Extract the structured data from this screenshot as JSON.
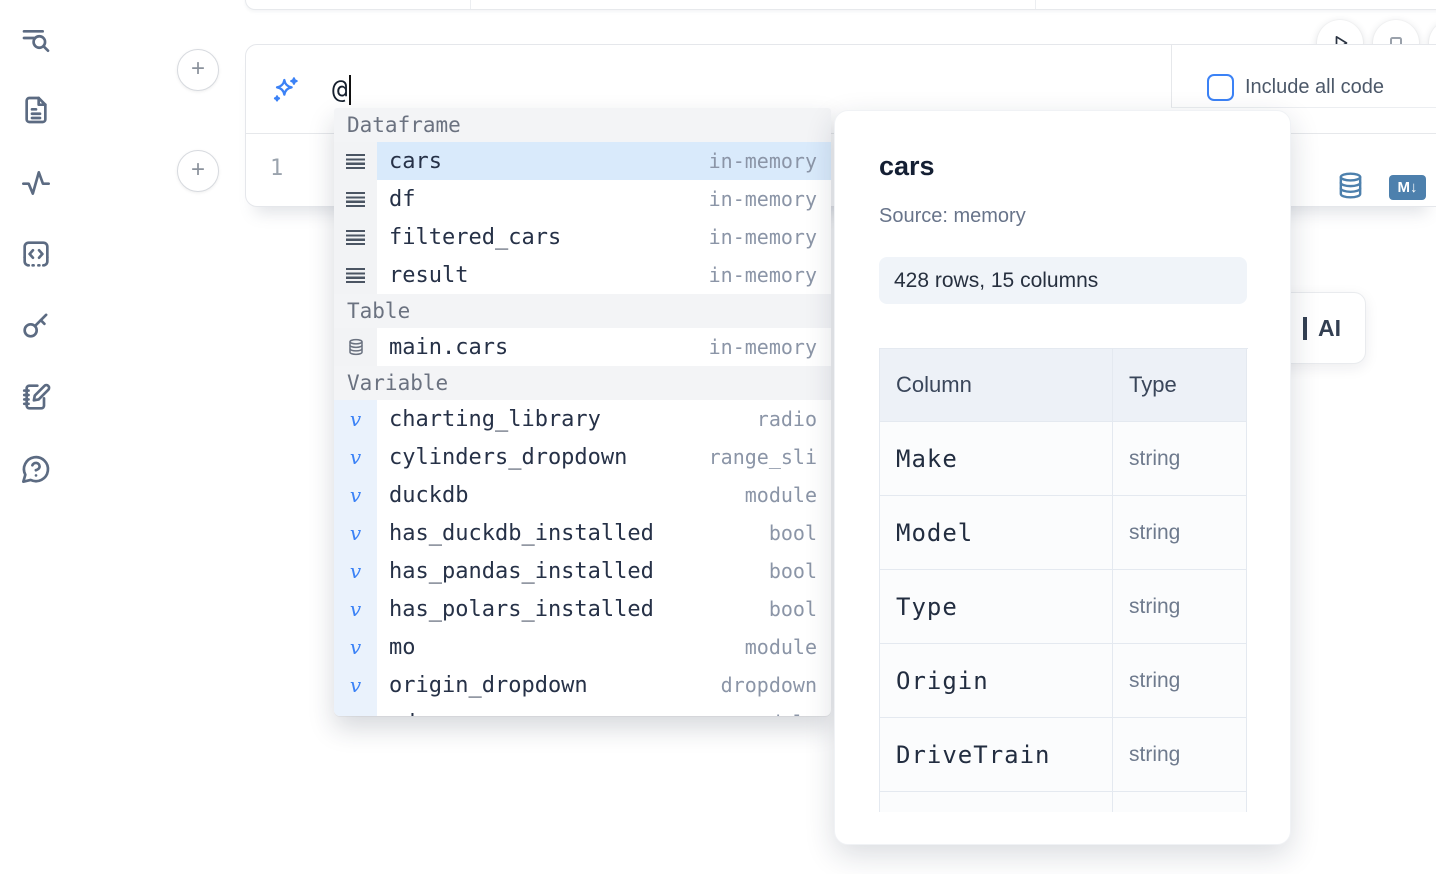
{
  "colors": {
    "accent": "#3b82f6",
    "steel_blue": "#4d80ad",
    "selection_bg": "#d9eafb"
  },
  "sidebar": {
    "icons": [
      "list-search",
      "file-text",
      "activity",
      "code-square-dashed",
      "key",
      "notebook-pen",
      "help-bubble"
    ]
  },
  "cell": {
    "add_cell_top": "+",
    "add_cell_bottom": "+",
    "ai_input_value": "@",
    "include_all_code_label": "Include all code",
    "line_number": "1",
    "markdown_badge": "M↓"
  },
  "ai_button": {
    "label": "AI"
  },
  "autocomplete": {
    "variable_glyph": "v",
    "sections": [
      {
        "label": "Dataframe",
        "items": [
          {
            "name": "cars",
            "type": "in-memory",
            "selected": true
          },
          {
            "name": "df",
            "type": "in-memory"
          },
          {
            "name": "filtered_cars",
            "type": "in-memory"
          },
          {
            "name": "result",
            "type": "in-memory"
          }
        ]
      },
      {
        "label": "Table",
        "items": [
          {
            "name": "main.cars",
            "type": "in-memory"
          }
        ]
      },
      {
        "label": "Variable",
        "items": [
          {
            "name": "charting_library",
            "type": "radio"
          },
          {
            "name": "cylinders_dropdown",
            "type": "range_sli"
          },
          {
            "name": "duckdb",
            "type": "module"
          },
          {
            "name": "has_duckdb_installed",
            "type": "bool"
          },
          {
            "name": "has_pandas_installed",
            "type": "bool"
          },
          {
            "name": "has_polars_installed",
            "type": "bool"
          },
          {
            "name": "mo",
            "type": "module"
          },
          {
            "name": "origin_dropdown",
            "type": "dropdown"
          },
          {
            "name": "pd",
            "type": "module"
          }
        ]
      }
    ]
  },
  "preview": {
    "title": "cars",
    "source": "Source: memory",
    "shape": "428 rows, 15 columns",
    "columns_header": "Column",
    "type_header": "Type",
    "rows": [
      {
        "column": "Make",
        "type": "string"
      },
      {
        "column": "Model",
        "type": "string"
      },
      {
        "column": "Type",
        "type": "string"
      },
      {
        "column": "Origin",
        "type": "string"
      },
      {
        "column": "DriveTrain",
        "type": "string"
      }
    ]
  }
}
